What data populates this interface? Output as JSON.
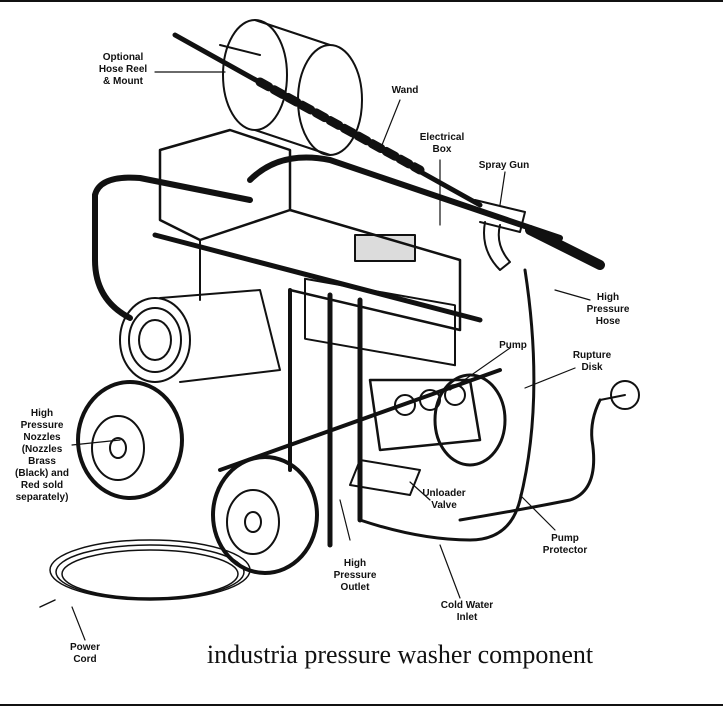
{
  "caption": "industria pressure washer component",
  "labels": {
    "hose_reel": "Optional\nHose Reel\n& Mount",
    "wand": "Wand",
    "electrical_box": "Electrical\nBox",
    "spray_gun": "Spray Gun",
    "hp_hose": "High\nPressure\nHose",
    "pump": "Pump",
    "rupture_disk": "Rupture\nDisk",
    "nozzles": "High\nPressure\nNozzles\n(Nozzles\nBrass\n(Black) and\nRed sold\nseparately)",
    "unloader_valve": "Unloader\nValve",
    "pump_protector": "Pump\nProtector",
    "hp_outlet": "High\nPressure\nOutlet",
    "cold_water_inlet": "Cold Water\nInlet",
    "power_cord": "Power\nCord"
  }
}
